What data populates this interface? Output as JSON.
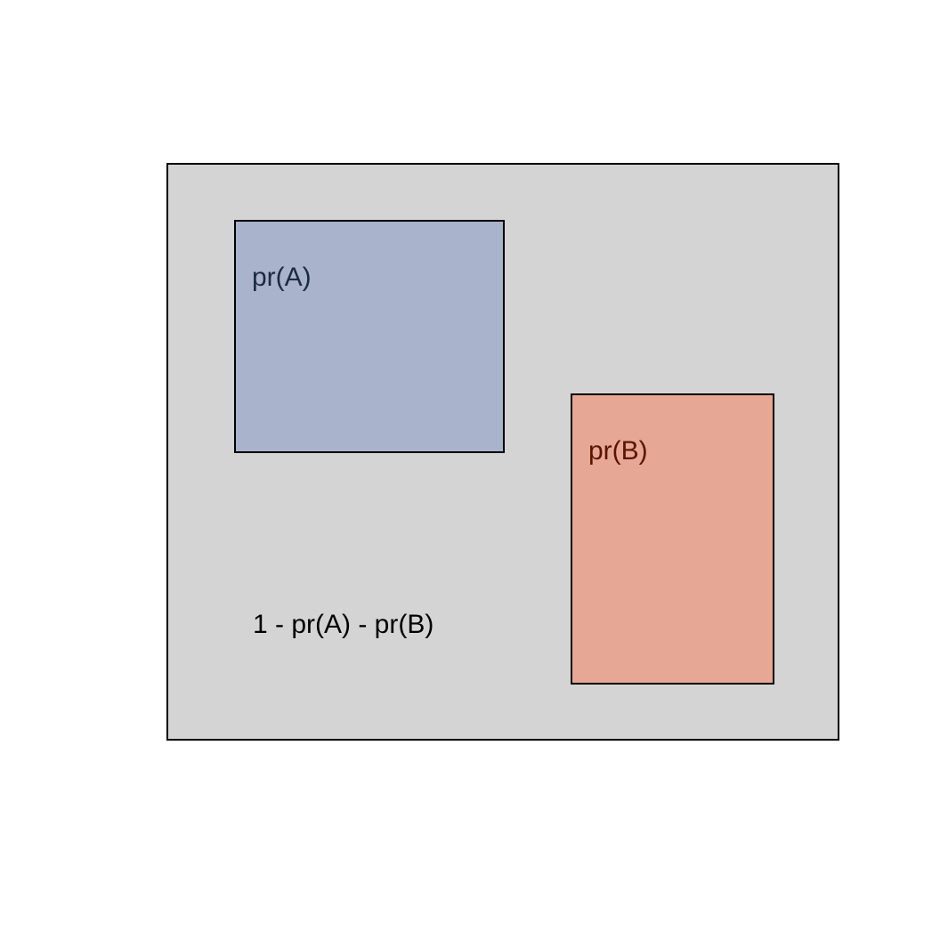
{
  "diagram": {
    "colors": {
      "sample_space_fill": "#d4d4d4",
      "event_a_fill": "#aab3cc",
      "event_b_fill": "#e6a894",
      "event_a_text": "#1c2a44",
      "event_b_text": "#5a1400",
      "complement_text": "#000000",
      "outline": "#000000"
    },
    "labels": {
      "event_a": "pr(A)",
      "event_b": "pr(B)",
      "complement": "1 - pr(A) - pr(B)"
    }
  }
}
